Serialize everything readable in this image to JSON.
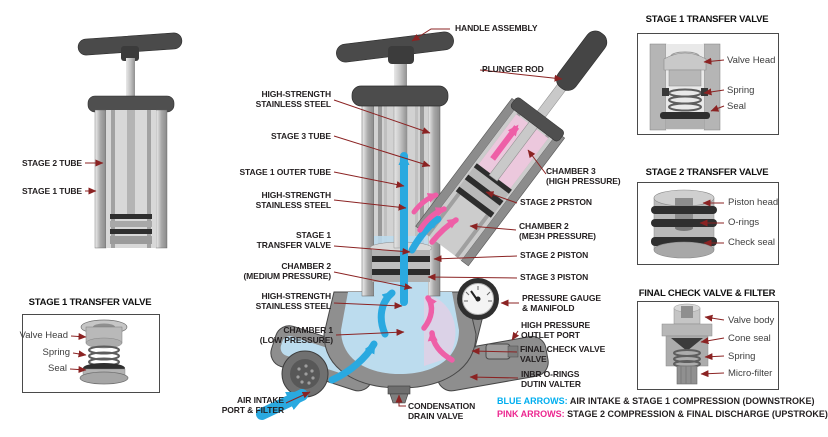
{
  "figure": {
    "left_pump": {
      "labels": {
        "stage2_tube": "STAGE 2 TUBE",
        "stage1_tube": "STAGE 1 TUBE"
      }
    },
    "inset_stage1_left": {
      "title": "STAGE 1 TRANSFER VALVE",
      "labels": {
        "valve_head": "Valve Head",
        "spring": "Spring",
        "seal": "Seal"
      }
    },
    "main": {
      "handle_assembly": "HANDLE ASSEMBLY",
      "plunger_rod": "PLUNGER ROD",
      "left": {
        "hs_ss_1": "HIGH-STRENGTH\nSTAINLESS STEEL",
        "stage3_tube": "STAGE 3 TUBE",
        "stage1_outer_tube": "STAGE 1 OUTER TUBE",
        "hs_ss_2": "HIGH-STRENGTH\nSTAINLESS STEEL",
        "stage1_transfer_valve": "STAGE 1\nTRANSFER VALVE",
        "chamber2": "CHAMBER 2\n(MEDIUM PRESSURE)",
        "hs_ss_3": "HIGH-STRENGTH\nSTAINLESS STEEL",
        "chamber1": "CHAMBER 1\n(LOW PRESSURE)",
        "air_intake": "AIR INTAKE\nPORT & FILTER"
      },
      "right": {
        "chamber3": "CHAMBER 3\n(HIGH PRESSURE)",
        "stage2_prston": "STAGE 2 PRSTON",
        "chamber2_me3h": "CHAMBER 2\n(ME3H PRESSURE)",
        "stage2_piston": "STAGE 2 PISTON",
        "stage3_piston": "STAGE 3 PISTON",
        "pressure_gauge": "PRESSURE GAUGE\n& MANIFOLD",
        "hp_outlet": "HIGH PRESSURE\nOUTLET PORT",
        "final_check": "FINAL CHECK VALVE\nVALVE",
        "inbr_orings": "INBR O-RINGS\nDUTIN VALTER"
      },
      "condensation": "CONDENSATION\nDRAIN VALVE"
    },
    "panels": {
      "stage1": {
        "title": "STAGE 1 TRANSFER VALVE",
        "labels": {
          "valve_head": "Valve Head",
          "spring": "Spring",
          "seal": "Seal"
        }
      },
      "stage2": {
        "title": "STAGE 2 TRANSFER VALVE",
        "labels": {
          "piston_head": "Piston head",
          "orings": "O-rings",
          "check_seal": "Check seal"
        }
      },
      "final": {
        "title": "FINAL CHECK VALVE & FILTER",
        "labels": {
          "valve_body": "Valve body",
          "cone_seal": "Cone seal",
          "spring": "Spring",
          "micro_filter": "Micro-filter"
        }
      }
    },
    "legend": {
      "blue_prefix": "BLUE ARROWS:",
      "blue_text": " AIR INTAKE & STAGE 1 COMPRESSION (DOWNSTROKE)",
      "pink_prefix": "PINK ARROWS:",
      "pink_text": " STAGE 2 COMPRESSION & FINAL DISCHARGE (UPSTROKE)"
    },
    "colors": {
      "blue_arrow": "#2aa9e0",
      "pink_arrow": "#ee5fa7",
      "legend_blue": "#00aeef",
      "legend_pink": "#ec268f",
      "leader_line": "#8b2323",
      "chamber_blue": "#bcdcee"
    }
  }
}
